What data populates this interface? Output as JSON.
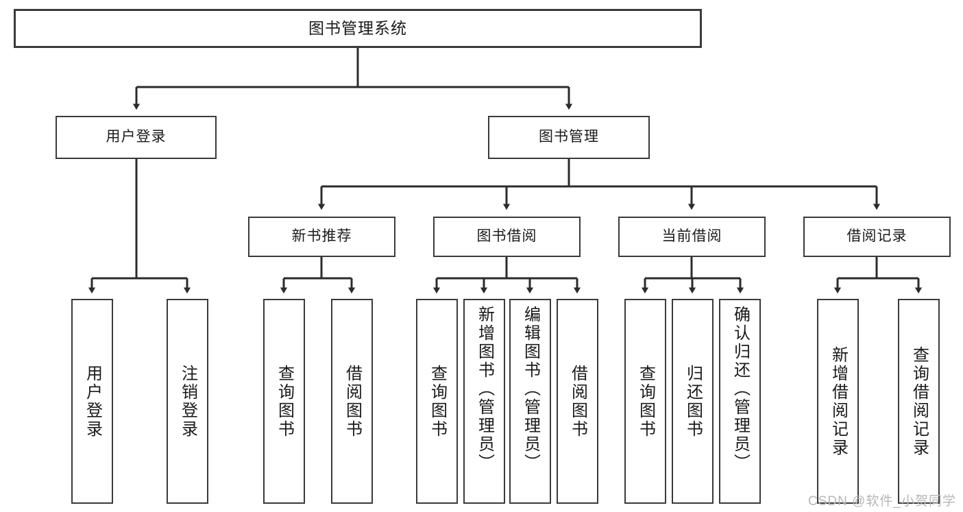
{
  "diagram": {
    "type": "tree",
    "title": "图书管理系统",
    "style": {
      "box_border": "#3a3a3a",
      "box_fill": "#ffffff",
      "connector": "#2b2b2b",
      "text": "#1a1a1a",
      "background": "#ffffff",
      "watermark_color": "#b6b6b6"
    },
    "root": {
      "label": "图书管理系统"
    },
    "level1": [
      {
        "label": "用户登录"
      },
      {
        "label": "图书管理"
      }
    ],
    "level2": [
      {
        "label": "新书推荐"
      },
      {
        "label": "图书借阅"
      },
      {
        "label": "当前借阅"
      },
      {
        "label": "借阅记录"
      }
    ],
    "leaves": {
      "user_login": [
        {
          "label": "用户登录"
        },
        {
          "label": "注销登录"
        }
      ],
      "new_book_recommend": [
        {
          "label": "查询图书"
        },
        {
          "label": "借阅图书"
        }
      ],
      "book_borrow": [
        {
          "label": "查询图书"
        },
        {
          "label": "新增图书（管理员）"
        },
        {
          "label": "编辑图书（管理员）"
        },
        {
          "label": "借阅图书"
        }
      ],
      "current_borrow": [
        {
          "label": "查询图书"
        },
        {
          "label": "归还图书"
        },
        {
          "label": "确认归还（管理员）"
        }
      ],
      "borrow_record": [
        {
          "label": "新增借阅记录"
        },
        {
          "label": "查询借阅记录"
        }
      ]
    }
  },
  "watermark": {
    "text": "CSDN @软件_小贺同学"
  }
}
